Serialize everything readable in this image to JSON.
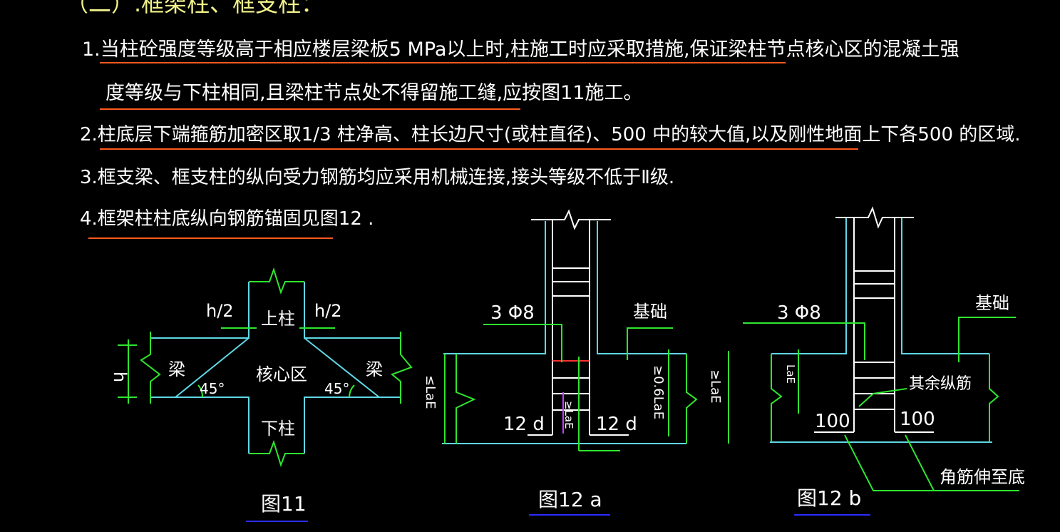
{
  "header": {
    "title": "（二）.框架柱、框支柱："
  },
  "notes": [
    "1.当柱砼强度等级高于相应楼层梁板5 MPa以上时,柱施工时应采取措施,保证梁柱节点核心区的混凝土强",
    "度等级与下柱相同,且梁柱节点处不得留施工缝,应按图11施工。",
    "2.柱底层下端箍筋加密区取1/3 柱净高、柱长边尺寸(或柱直径)、500 中的较大值,以及刚性地面上下各500 的区域.",
    "3.框支梁、框支柱的纵向受力钢筋均应采用机械连接,接头等级不低于Ⅱ级.",
    "4.框架柱柱底纵向钢筋锚固见图12 ."
  ],
  "fig11": {
    "caption": "图11",
    "h_half_left": "h/2",
    "h_half_right": "h/2",
    "upper_column": "上柱",
    "lower_column": "下柱",
    "core": "核心区",
    "beam_left": "梁",
    "beam_right": "梁",
    "h": "h",
    "angle_left": "45°",
    "angle_right": "45°"
  },
  "fig12a": {
    "caption": "图12 a",
    "stirrup": "3 Φ8",
    "foundation": "基础",
    "left_dim": "≤LaE",
    "inner_dim": "≥LaE",
    "right_dim": "≥0.6LaE",
    "hook_left": "12 d",
    "hook_right": "12 d"
  },
  "fig12b": {
    "caption": "图12 b",
    "stirrup": "3 Φ8",
    "foundation": "基础",
    "left_dim": "≥LaE",
    "inner_dim": "LaE",
    "other_bars": "其余纵筋",
    "len_left": "100",
    "len_right": "100",
    "corner_bars": "角筋伸至底"
  },
  "colors": {
    "text": "#ffffff",
    "underline": "#ff5a1e",
    "cyan": "#5fd7e6",
    "green": "#2ee62e",
    "blue": "#2b2bff"
  }
}
